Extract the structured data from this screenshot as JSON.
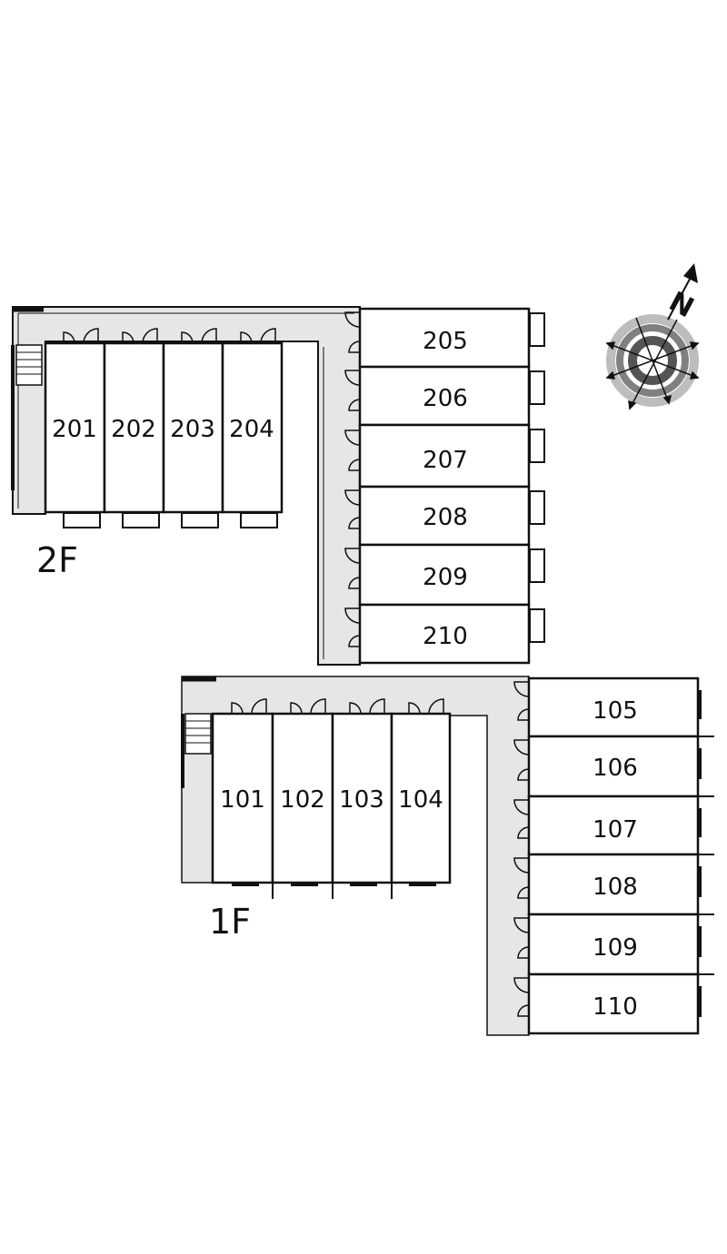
{
  "floors": [
    {
      "label": "2F",
      "units": [
        "201",
        "202",
        "203",
        "204",
        "205",
        "206",
        "207",
        "208",
        "209",
        "210"
      ]
    },
    {
      "label": "1F",
      "units": [
        "101",
        "102",
        "103",
        "104",
        "105",
        "106",
        "107",
        "108",
        "109",
        "110"
      ]
    }
  ],
  "compass": {
    "label": "N"
  },
  "colors": {
    "corridor": "#e6e6e6",
    "line": "#111111",
    "background": "#ffffff"
  }
}
